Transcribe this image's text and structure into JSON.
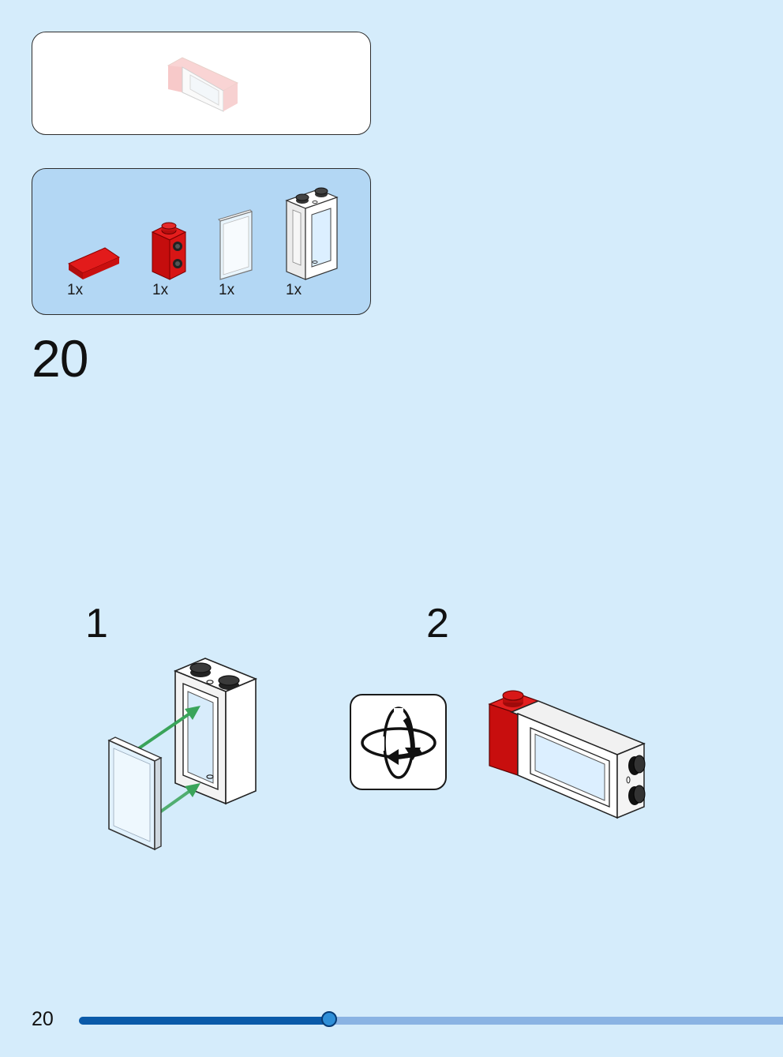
{
  "step": {
    "number": "20"
  },
  "parts": [
    {
      "name": "red-tile",
      "qty": "1x"
    },
    {
      "name": "red-brick-studs",
      "qty": "1x"
    },
    {
      "name": "glass-pane",
      "qty": "1x"
    },
    {
      "name": "window-frame",
      "qty": "1x"
    }
  ],
  "substeps": [
    {
      "label": "1"
    },
    {
      "label": "2"
    }
  ],
  "footer": {
    "page_number": "20",
    "progress": 0.355
  },
  "icons": {
    "rotate": "rotate-model-icon"
  },
  "colors": {
    "background": "#d5ecfb",
    "parts_panel": "#b3d7f4",
    "brick_red": "#d10f0f",
    "arrow_green": "#3aa45a",
    "progress_dark": "#0a5aa9",
    "progress_light": "#8ab3e3"
  }
}
